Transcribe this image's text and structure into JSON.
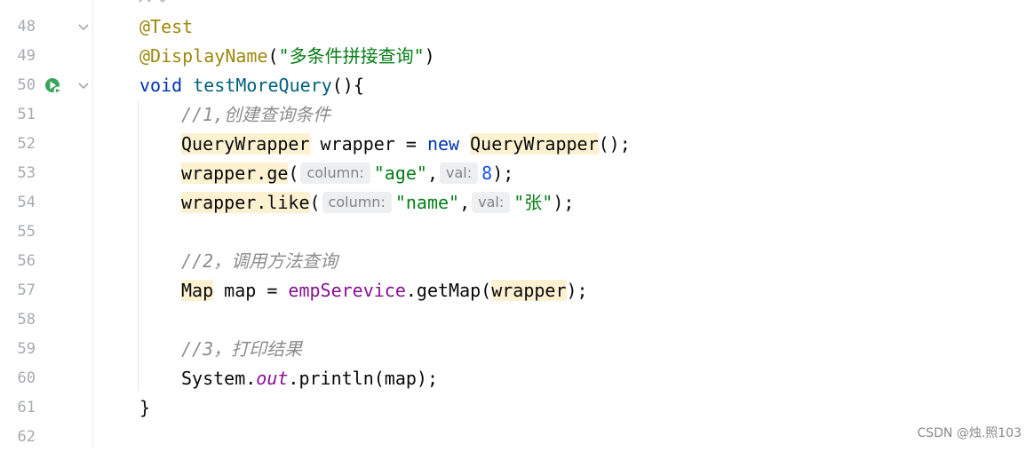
{
  "editor": {
    "lines": [
      {
        "num": "48"
      },
      {
        "num": "49"
      },
      {
        "num": "50"
      },
      {
        "num": "51"
      },
      {
        "num": "52"
      },
      {
        "num": "53"
      },
      {
        "num": "54"
      },
      {
        "num": "55"
      },
      {
        "num": "56"
      },
      {
        "num": "57"
      },
      {
        "num": "58"
      },
      {
        "num": "59"
      },
      {
        "num": "60"
      },
      {
        "num": "61"
      },
      {
        "num": "62"
      }
    ],
    "code": {
      "l48": {
        "annotation": "@Test"
      },
      "l49": {
        "annotation": "@DisplayName",
        "open": "(",
        "string": "\"多条件拼接查询\"",
        "close": ")"
      },
      "l50": {
        "keyword": "void",
        "method": "testMoreQuery",
        "rest": "(){"
      },
      "l51": {
        "comment": "//1,创建查询条件"
      },
      "l52": {
        "type1": "QueryWrapper",
        "mid1": " wrapper = ",
        "keyword": "new",
        "space": " ",
        "type2": "QueryWrapper",
        "end": "();"
      },
      "l53": {
        "var": "wrapper.ge",
        "open": "(",
        "hint1": "column:",
        "arg1": "\"age\"",
        "comma": ",",
        "hint2": "val:",
        "arg2": "8",
        "end": ");"
      },
      "l54": {
        "var": "wrapper.like",
        "open": "(",
        "hint1": "column:",
        "arg1": "\"name\"",
        "comma": ",",
        "hint2": "val:",
        "arg2": "\"张\"",
        "end": ");"
      },
      "l56": {
        "comment": "//2，调用方法查询"
      },
      "l57": {
        "type": "Map",
        "mid": " map = ",
        "field": "empSerevice",
        "call": ".getMap(",
        "arg": "wrapper",
        "end": ");"
      },
      "l59": {
        "comment": "//3，打印结果"
      },
      "l60": {
        "cls": "System.",
        "field": "out",
        "call": ".println(map);"
      },
      "l61": {
        "brace": "}"
      }
    }
  },
  "watermark": "CSDN @烛.照103",
  "colors": {
    "annotation": "#9e880d",
    "string": "#067d17",
    "keyword": "#0033b3",
    "number": "#1750eb",
    "comment": "#8c8c8c",
    "highlight": "#fcf2d2",
    "run_icon": "#3aa55d"
  },
  "icons": {
    "fold": "chevron-down-icon",
    "run": "run-test-icon"
  }
}
